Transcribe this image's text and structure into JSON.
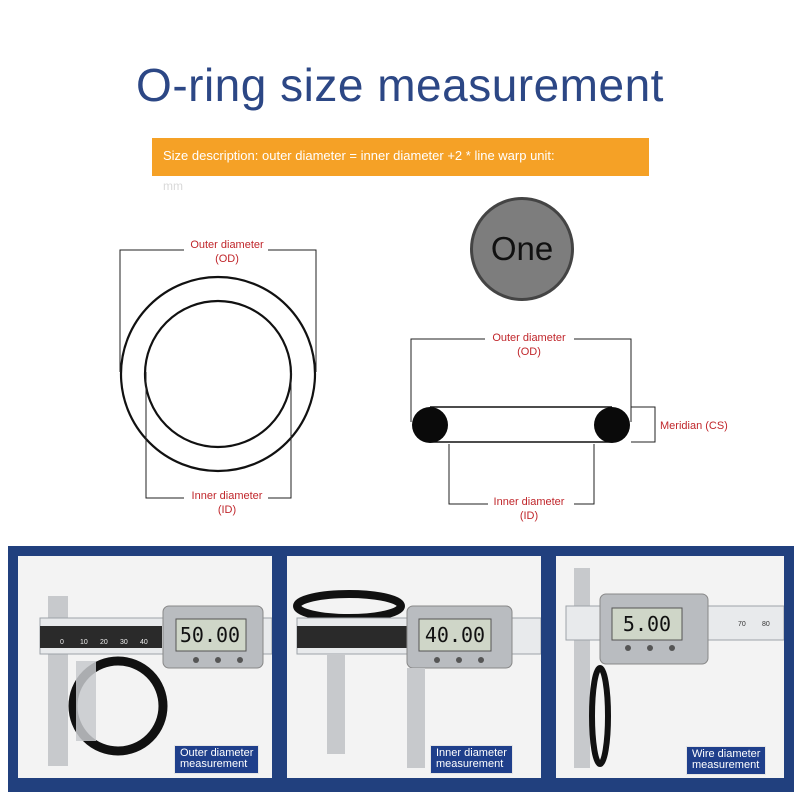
{
  "title": "O-ring size measurement",
  "banner": {
    "text": "Size description: outer diameter = inner diameter +2 * line warp unit:",
    "unit": "mm"
  },
  "left_diagram": {
    "outer_label": "Outer diameter",
    "outer_abbr": "(OD)",
    "inner_label": "Inner diameter",
    "inner_abbr": "(ID)"
  },
  "badge": {
    "text": "One"
  },
  "right_diagram": {
    "outer_label": "Outer diameter",
    "outer_abbr": "(OD)",
    "cs_label": "Meridian (CS)",
    "inner_label": "Inner diameter",
    "inner_abbr": "(ID)"
  },
  "photos": [
    {
      "reading": "50.00",
      "caption_line1": "Outer diameter",
      "caption_line2": "measurement"
    },
    {
      "reading": "40.00",
      "caption_line1": "Inner diameter",
      "caption_line2": "measurement"
    },
    {
      "reading": "5.00",
      "caption_line1": "Wire diameter",
      "caption_line2": "measurement"
    }
  ],
  "scale_ticks": [
    "0",
    "10",
    "20",
    "30",
    "40"
  ],
  "scale_ticks_right": [
    "70",
    "80"
  ],
  "colors": {
    "title": "#2c4785",
    "banner": "#f5a126",
    "label_red": "#c0262b",
    "panel_blue": "#21407e"
  }
}
